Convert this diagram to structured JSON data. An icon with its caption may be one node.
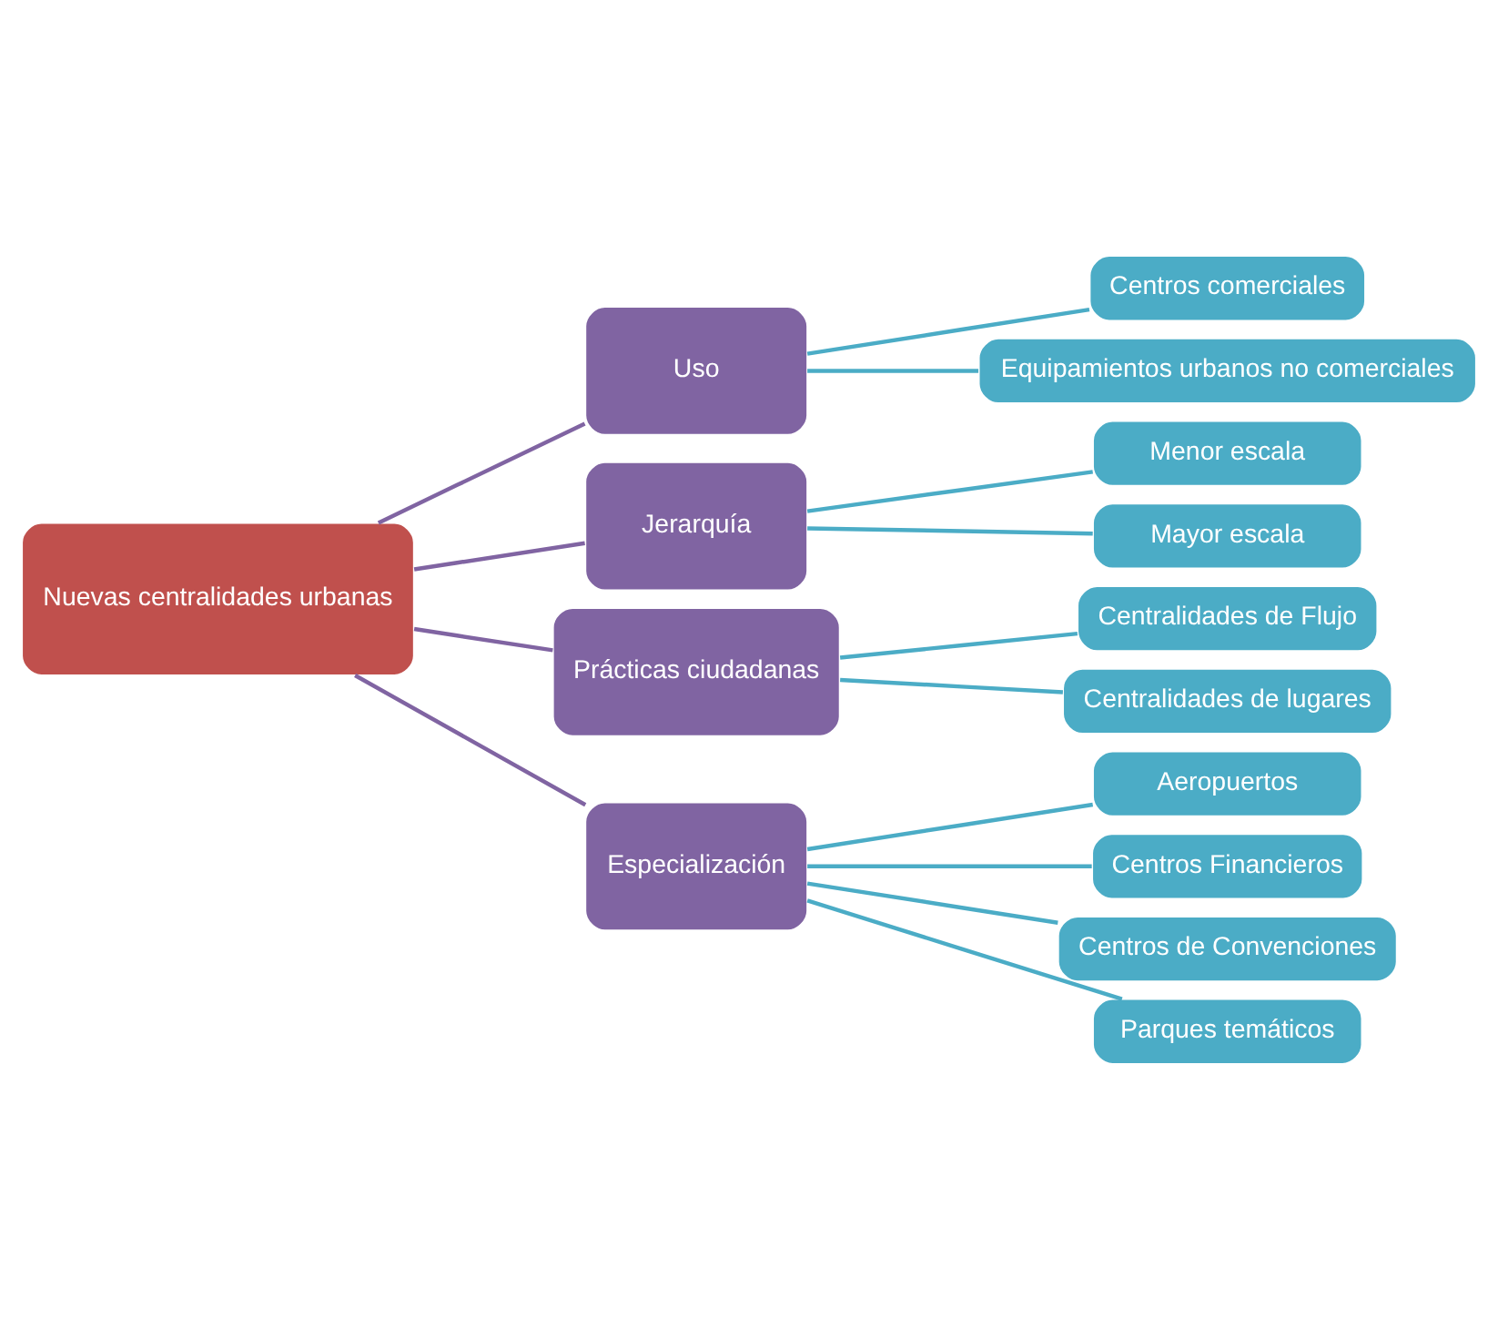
{
  "diagram": {
    "nodes": [
      {
        "text": [
          "Nuevas centralidades urbanas"
        ]
      },
      {
        "text": [
          "Uso"
        ]
      },
      {
        "text": [
          "Jerarquía"
        ]
      },
      {
        "text": [
          "Prácticas ciudadanas"
        ]
      },
      {
        "text": [
          "Especialización"
        ]
      },
      {
        "text": [
          "Centros comerciales"
        ]
      },
      {
        "text": [
          "Equipamientos urbanos no comerciales"
        ]
      },
      {
        "text": [
          "Menor escala"
        ]
      },
      {
        "text": [
          "Mayor escala"
        ]
      },
      {
        "text": [
          "Centralidades de Flujo"
        ]
      },
      {
        "text": [
          "Centralidades de lugares"
        ]
      },
      {
        "text": [
          "Aeropuertos"
        ]
      },
      {
        "text": [
          "Centros Financieros"
        ]
      },
      {
        "text": [
          "Centros de Convenciones"
        ]
      },
      {
        "text": [
          "Parques temáticos"
        ]
      }
    ],
    "edges": [
      {
        "from": 0,
        "to": 1,
        "arrow": "none",
        "color": "#8064a2"
      },
      {
        "from": 0,
        "to": 2,
        "arrow": "none",
        "color": "#8064a2"
      },
      {
        "from": 0,
        "to": 3,
        "arrow": "none",
        "color": "#8064a2"
      },
      {
        "from": 0,
        "to": 4,
        "arrow": "none",
        "color": "#8064a2"
      },
      {
        "from": 1,
        "to": 5,
        "arrow": "none"
      },
      {
        "from": 1,
        "to": 6,
        "arrow": "none"
      },
      {
        "from": 2,
        "to": 7,
        "arrow": "none"
      },
      {
        "from": 2,
        "to": 8,
        "arrow": "none"
      },
      {
        "from": 3,
        "to": 9,
        "arrow": "none"
      },
      {
        "from": 3,
        "to": 10,
        "arrow": "none"
      },
      {
        "from": 4,
        "to": 11,
        "arrow": "none"
      },
      {
        "from": 4,
        "to": 12,
        "arrow": "none"
      },
      {
        "from": 4,
        "to": 13,
        "arrow": "none"
      },
      {
        "from": 4,
        "to": 14,
        "arrow": "none"
      }
    ]
  }
}
